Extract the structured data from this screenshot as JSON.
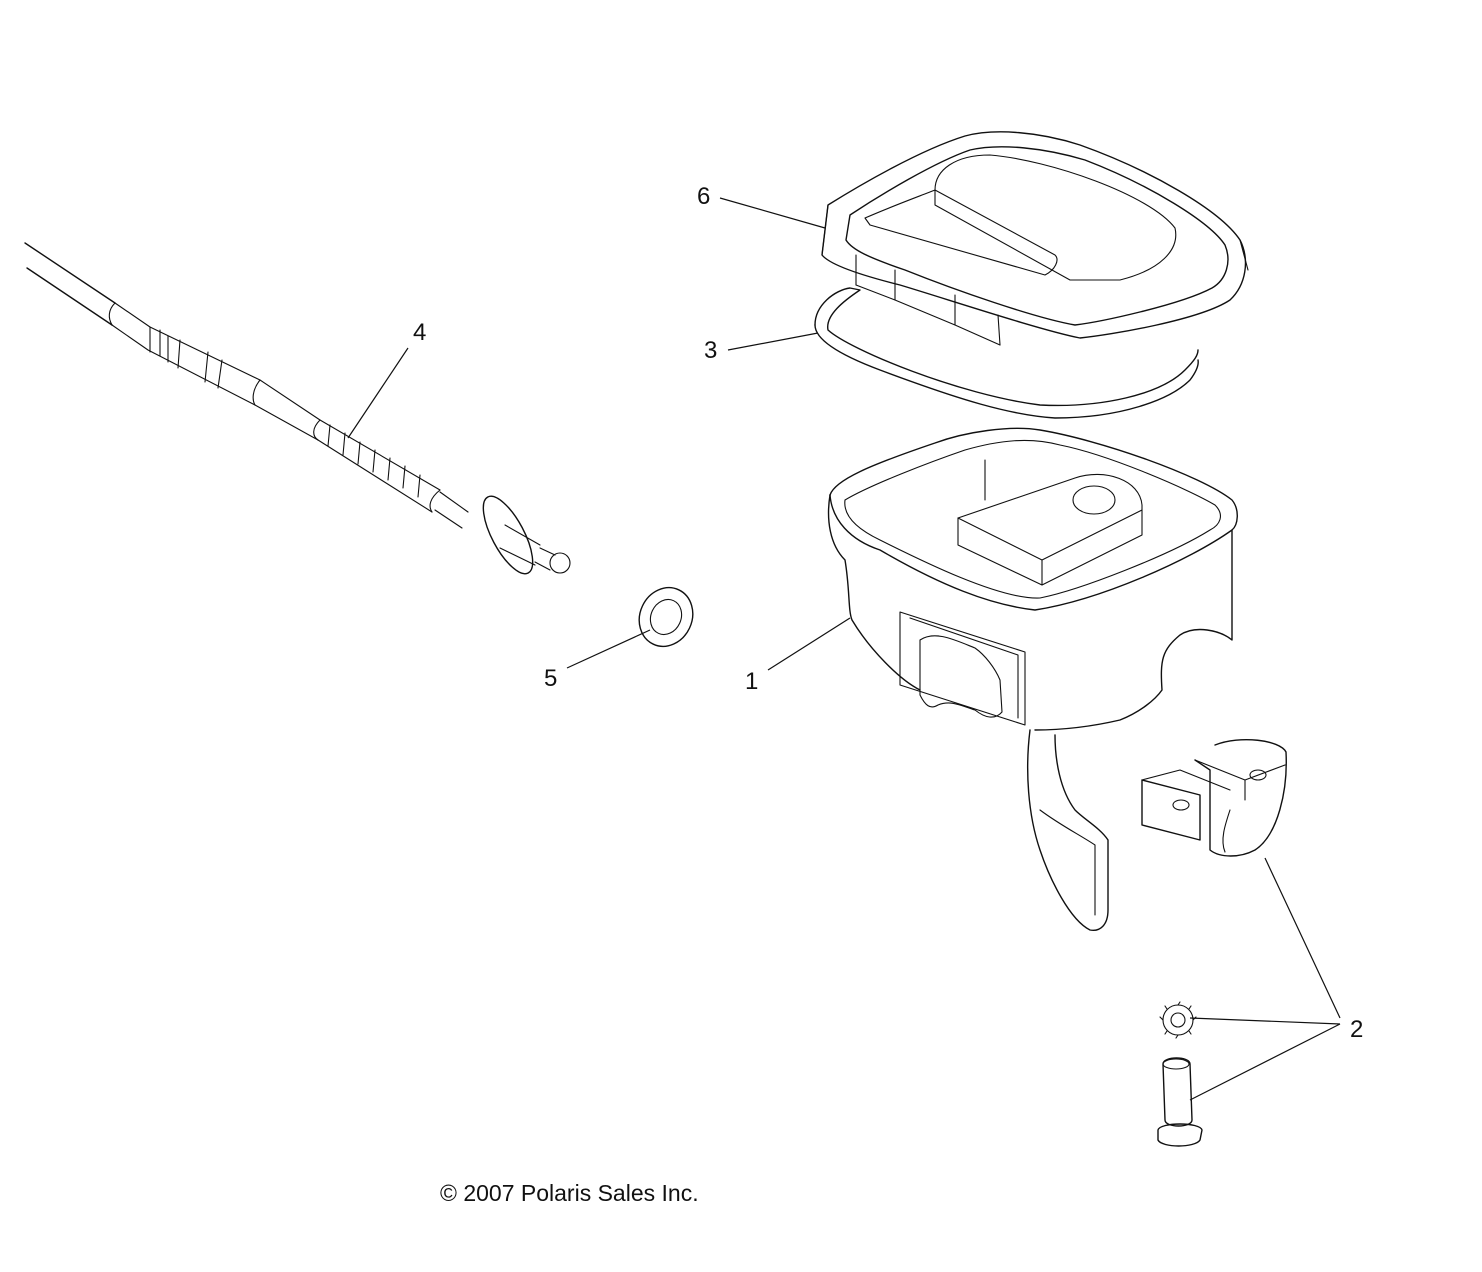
{
  "callouts": {
    "c1": "1",
    "c2": "2",
    "c3": "3",
    "c4": "4",
    "c5": "5",
    "c6": "6"
  },
  "copyright": "© 2007 Polaris Sales Inc."
}
